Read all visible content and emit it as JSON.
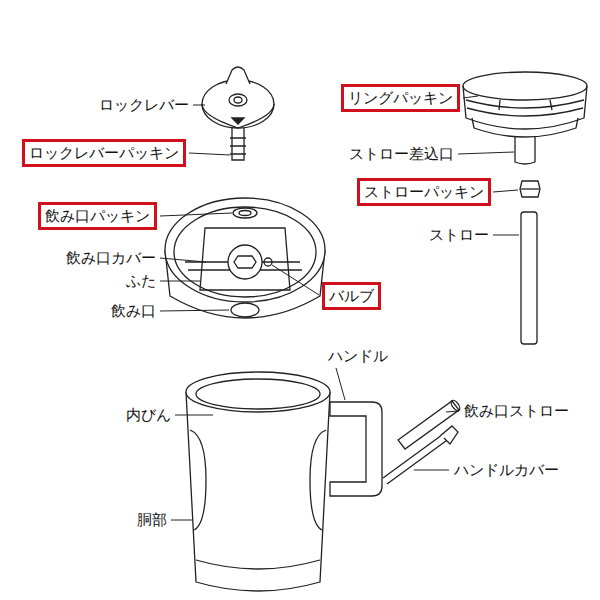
{
  "diagram": {
    "nodes": [
      {
        "text": [
          "リングパッキン"
        ]
      },
      {
        "text": [
          "ロックレバーパッキン"
        ]
      },
      {
        "text": [
          "ストローパッキン"
        ]
      },
      {
        "text": [
          "飲み口パッキン"
        ]
      },
      {
        "text": [
          "バルブ"
        ]
      }
    ],
    "labels": [
      "ロックレバー",
      "ストロー差込口",
      "ストロー",
      "飲み口カバー",
      "ふた",
      "飲み口",
      "ハンドル",
      "飲み口ストロー",
      "内びん",
      "ハンドルカバー",
      "胴部"
    ]
  }
}
